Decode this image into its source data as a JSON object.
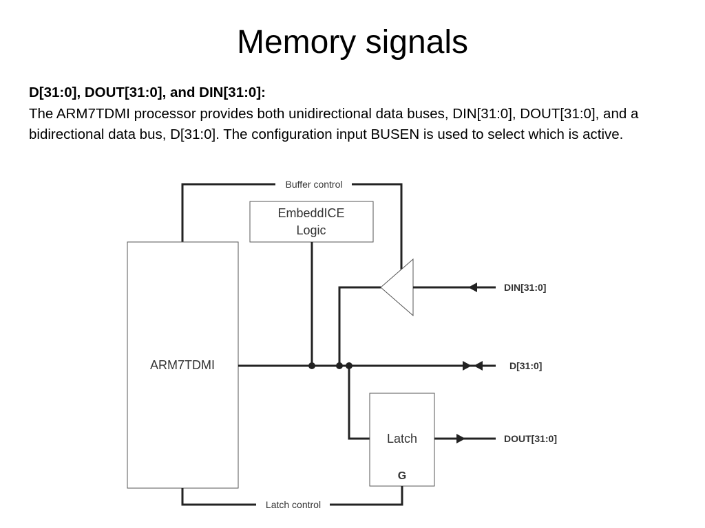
{
  "slide": {
    "title": "Memory signals",
    "heading": "D[31:0], DOUT[31:0], and DIN[31:0]:",
    "paragraph": "The ARM7TDMI processor provides both unidirectional data buses, DIN[31:0], DOUT[31:0], and a bidirectional data bus, D[31:0]. The configuration input BUSEN is used to select which is active."
  },
  "diagram": {
    "blocks": {
      "processor": "ARM7TDMI",
      "embeddedice_line1": "EmbeddICE",
      "embeddedice_line2": "Logic",
      "latch": "Latch",
      "latch_gate": "G"
    },
    "control_labels": {
      "buffer_control": "Buffer control",
      "latch_control": "Latch control"
    },
    "bus_labels": {
      "din": "DIN[31:0]",
      "d": "D[31:0]",
      "dout": "DOUT[31:0]"
    }
  }
}
